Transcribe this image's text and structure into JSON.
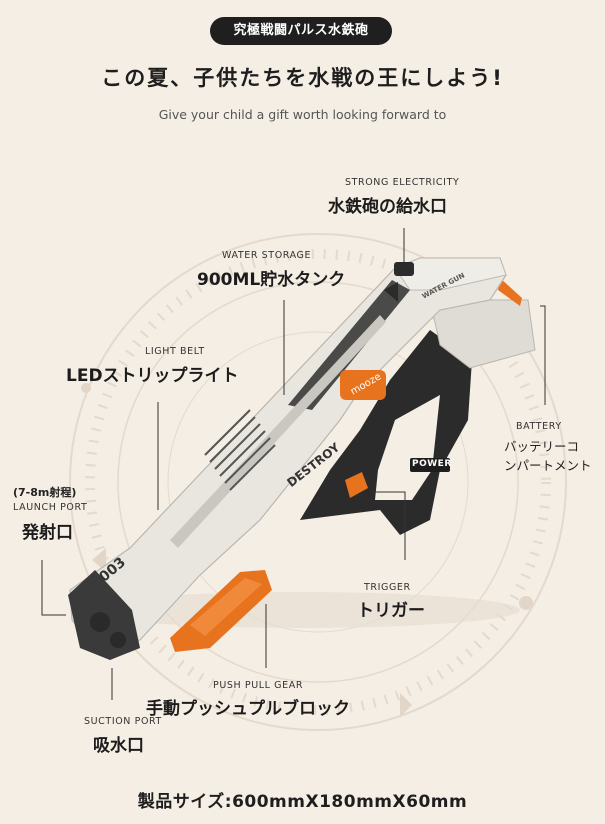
{
  "badge": "究極戦闘パルス水鉄砲",
  "headline": "この夏、子供たちを水戦の王にしよう!",
  "subline": "Give your child a gift worth looking forward to",
  "product": {
    "brand_label": "mooze",
    "model_label": "DESTROY",
    "number_label": "003",
    "power_label": "POWER",
    "top_label": "WATER GUN"
  },
  "callouts": {
    "strong_electricity": {
      "en": "STRONG ELECTRICITY",
      "jp": "水鉄砲の給水口"
    },
    "water_storage": {
      "en": "WATER STORAGE",
      "jp": "900ML貯水タンク"
    },
    "light_belt": {
      "en": "LIGHT BELT",
      "jp": "LEDストリップライト"
    },
    "battery": {
      "en": "BATTERY",
      "jp_line1": "バッテリーコ",
      "jp_line2": "ンパートメント"
    },
    "launch_port": {
      "range": "(7-8m射程)",
      "en": "LAUNCH PORT",
      "jp": "発射口"
    },
    "trigger": {
      "en": "TRIGGER",
      "jp": "トリガー"
    },
    "push_pull_gear": {
      "en": "PUSH PULL GEAR",
      "jp": "手動プッシュプルブロック"
    },
    "suction_port": {
      "en": "SUCTION PORT",
      "jp": "吸水口"
    }
  },
  "footer": "製品サイズ:600mmX180mmX60mm",
  "colors": {
    "background": "#f5eee5",
    "gun_body": "#e8e6df",
    "accent_orange": "#e8731f",
    "dark_grip": "#2b2b2b"
  }
}
